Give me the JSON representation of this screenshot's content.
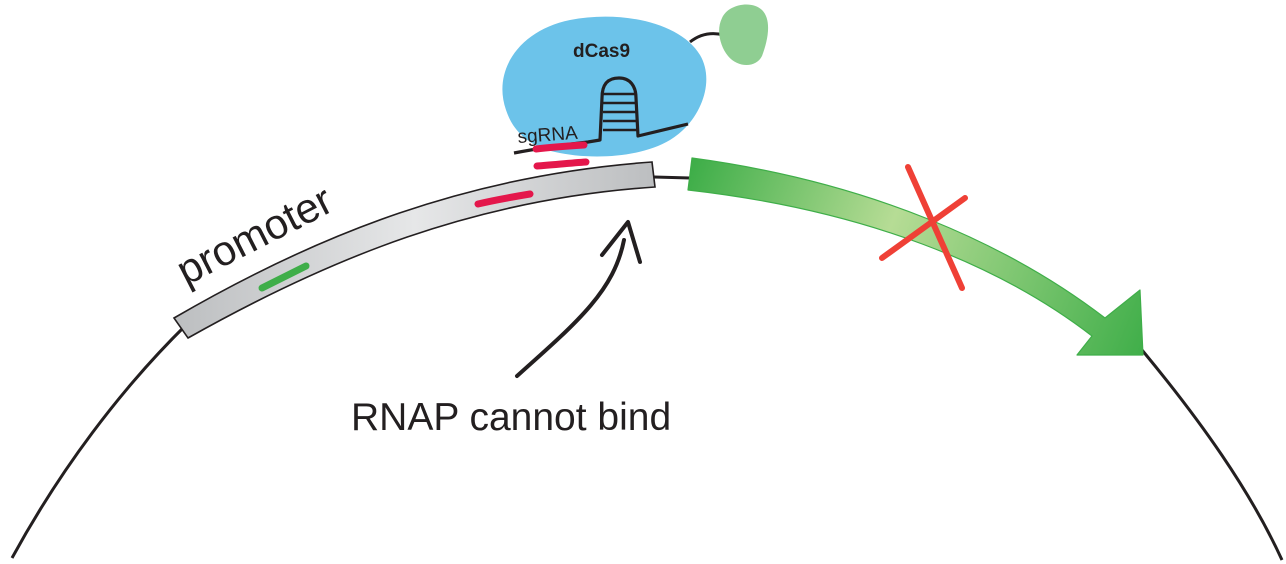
{
  "labels": {
    "promoter": "promoter",
    "dcas9": "dCas9",
    "sgrna": "sgRNA",
    "rnap": "RNAP cannot bind"
  },
  "elements": [
    {
      "name": "dna-backbone",
      "description": "circular DNA strand"
    },
    {
      "name": "promoter-region",
      "description": "grey promoter segment"
    },
    {
      "name": "gene-arrow",
      "description": "green gene arrow"
    },
    {
      "name": "dcas9-protein",
      "description": "blue dCas9 blob with sgRNA hairpin"
    },
    {
      "name": "effector-domain",
      "description": "green domain tethered to dCas9"
    },
    {
      "name": "block-cross",
      "description": "red X indicating no transcription"
    }
  ],
  "colors": {
    "dna": "#231f20",
    "promoter_fill_light": "#e6e7e8",
    "promoter_fill_dark": "#bcbec0",
    "target_site": "#e4174b",
    "minus35_box": "#3fae49",
    "gene_dark": "#3fae49",
    "gene_light": "#a6d785",
    "dcas9": "#6cc3ea",
    "effector": "#8fce92",
    "cross": "#ef4036"
  }
}
